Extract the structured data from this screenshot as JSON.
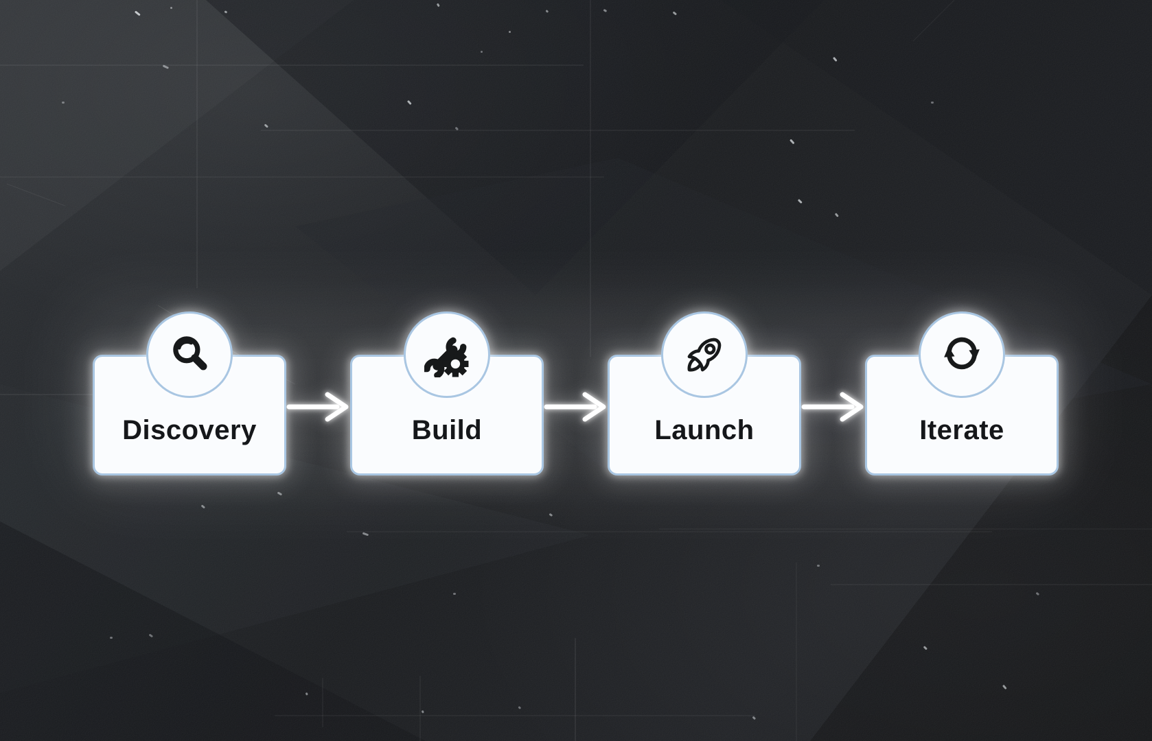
{
  "flow": {
    "steps": [
      {
        "label": "Discovery",
        "icon": "magnifier-icon"
      },
      {
        "label": "Build",
        "icon": "tools-icon"
      },
      {
        "label": "Launch",
        "icon": "rocket-icon"
      },
      {
        "label": "Iterate",
        "icon": "sync-icon"
      }
    ],
    "connector": "arrow-right"
  },
  "colors": {
    "background": "#17191c",
    "card_fill": "#fafcfe",
    "card_border": "#a9c6e2",
    "label_text": "#15171a",
    "icon": "#17191a",
    "arrow": "#ffffff"
  }
}
